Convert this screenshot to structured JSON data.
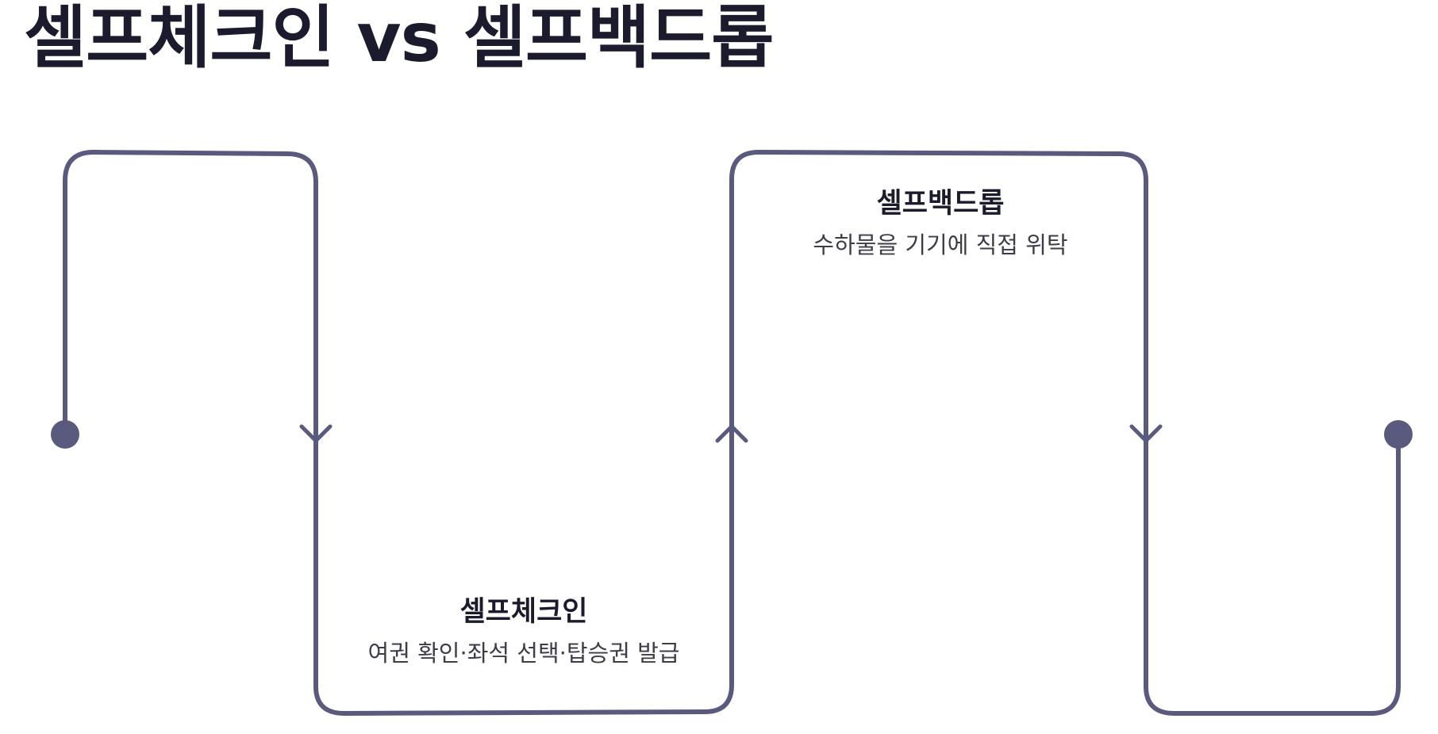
{
  "title": "셀프체크인 vs 셀프백드롭",
  "colors": {
    "line": "#5a5a7e",
    "title": "#1c1b2e",
    "text": "#3d3d48"
  },
  "steps": [
    {
      "title": "셀프체크인",
      "desc": "여권 확인·좌석 선택·탑승권 발급"
    },
    {
      "title": "셀프백드롭",
      "desc": "수하물을 기기에 직접 위탁"
    }
  ]
}
